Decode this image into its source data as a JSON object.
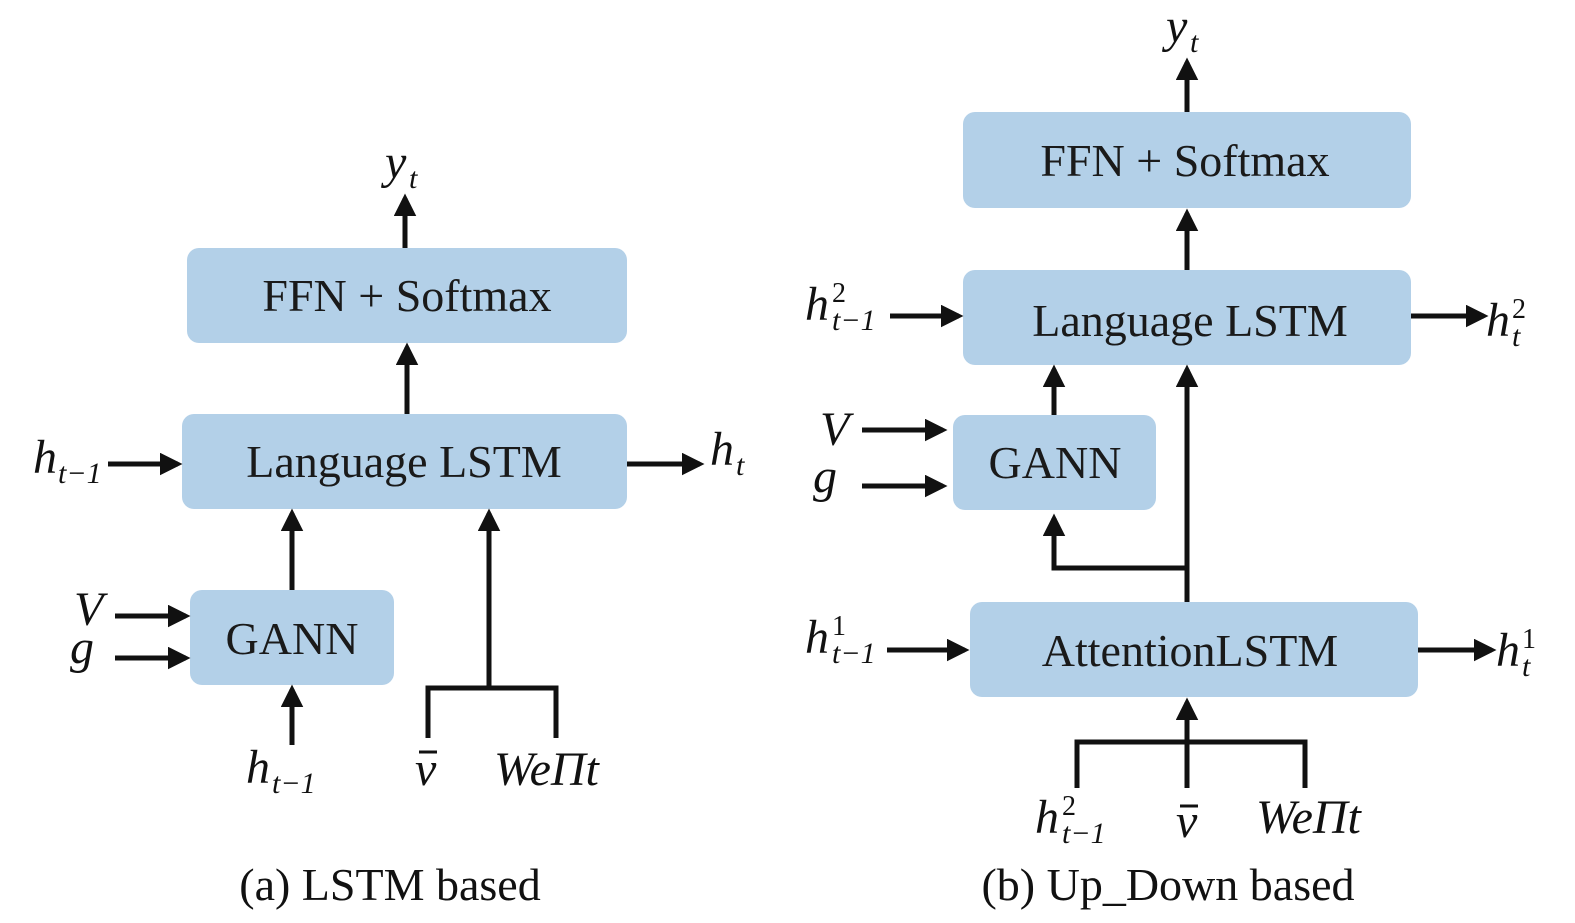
{
  "left": {
    "caption": "(a) LSTM based",
    "boxes": {
      "ffn": "FFN + Softmax",
      "lstm": "Language LSTM",
      "gann": "GANN"
    },
    "labels": {
      "y": "y",
      "y_sub": "t",
      "h_in": "h",
      "h_in_sub": "t−1",
      "h_out": "h",
      "h_out_sub": "t",
      "V": "V",
      "g": "g",
      "h_bottom": "h",
      "h_bottom_sub": "t−1",
      "vbar": "v",
      "wept": "WeΠt"
    }
  },
  "right": {
    "caption": "(b) Up_Down based",
    "boxes": {
      "ffn": "FFN + Softmax",
      "lstm": "Language LSTM",
      "gann": "GANN",
      "attn": "AttentionLSTM"
    },
    "labels": {
      "y": "y",
      "y_sub": "t",
      "h2_in": "h",
      "h2_in_sup": "2",
      "h2_in_sub": "t−1",
      "h2_out": "h",
      "h2_out_sup": "2",
      "h2_out_sub": "t",
      "V": "V",
      "g": "g",
      "h1_in": "h",
      "h1_in_sup": "1",
      "h1_in_sub": "t−1",
      "h1_out": "h",
      "h1_out_sup": "1",
      "h1_out_sub": "t",
      "h2_bottom": "h",
      "h2_bottom_sup": "2",
      "h2_bottom_sub": "t−1",
      "vbar": "v",
      "wept": "WeΠt"
    }
  }
}
